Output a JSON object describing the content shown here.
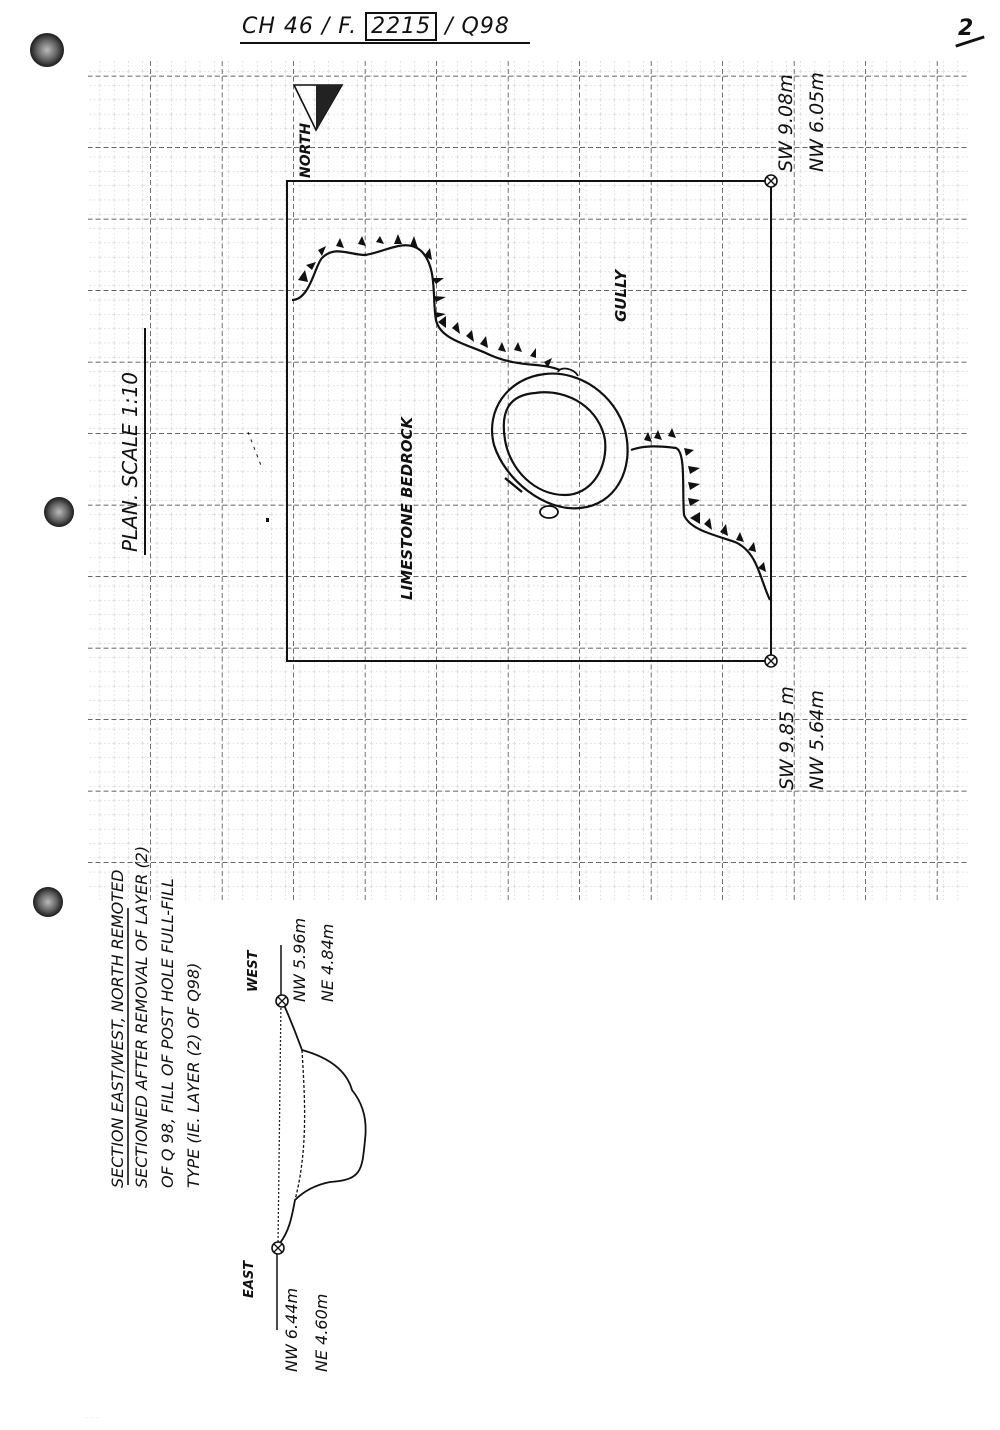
{
  "header": {
    "reference_prefix": "CH 46 / F.",
    "reference_boxed": "2215",
    "reference_suffix": "/ Q98",
    "page_number": "2"
  },
  "plan": {
    "title": "PLAN. SCALE 1:10",
    "north_label": "NORTH",
    "bedrock_label": "LIMESTONE BEDROCK",
    "gully_label": "GULLY",
    "corners": {
      "top_right": {
        "line1": "SW 9.08m",
        "line2": "NW 6.05m"
      },
      "bottom_right": {
        "line1": "SW 9.85 m",
        "line2": "NW 5.64m"
      }
    }
  },
  "section": {
    "title": "SECTION EAST/WEST, NORTH REMOTED",
    "note_line1": "SECTIONED AFTER REMOVAL OF LAYER (2)",
    "note_line2": "OF Q 98, FILL OF POST HOLE FULL-FILL",
    "note_line3": "TYPE (IE. LAYER (2) OF Q98)",
    "west_label": "WEST",
    "east_label": "EAST",
    "west_point": {
      "line1": "NW 5.96m",
      "line2": "NE 4.84m"
    },
    "east_point": {
      "line1": "NW 6.44m",
      "line2": "NE 4.60m"
    }
  },
  "colors": {
    "ink": "#111111",
    "grid_major": "#222222",
    "grid_minor": "#9a9a9a",
    "paper": "#ffffff"
  }
}
